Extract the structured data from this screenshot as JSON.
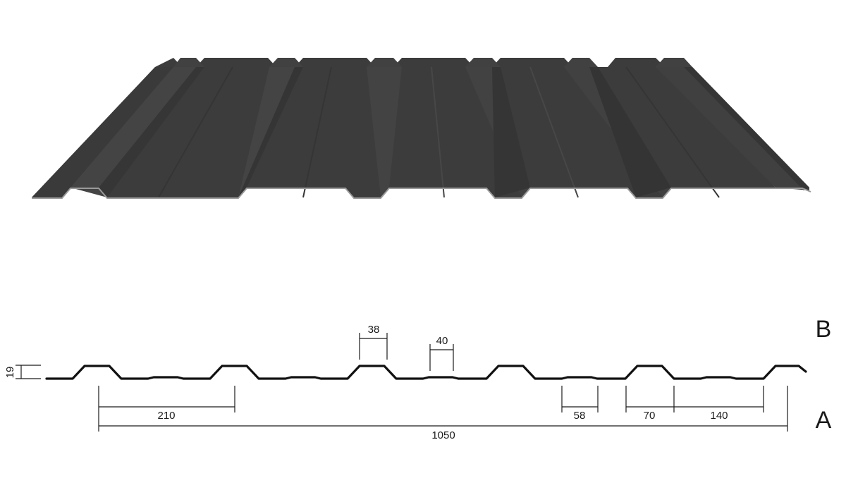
{
  "product": {
    "name": "trapezoidal-roof-sheet",
    "sheet_color": "#3c3c3c",
    "sheet_edge_color": "#9a9a9a"
  },
  "views": {
    "side_b_label": "B",
    "side_a_label": "A"
  },
  "dimensions": {
    "rib_height": "19",
    "rib_top_width": "38",
    "pan_stiffener_width": "40",
    "pitch": "210",
    "pan_flat_width": "58",
    "rib_base_width": "70",
    "pan_width": "140",
    "effective_width": "1050"
  }
}
